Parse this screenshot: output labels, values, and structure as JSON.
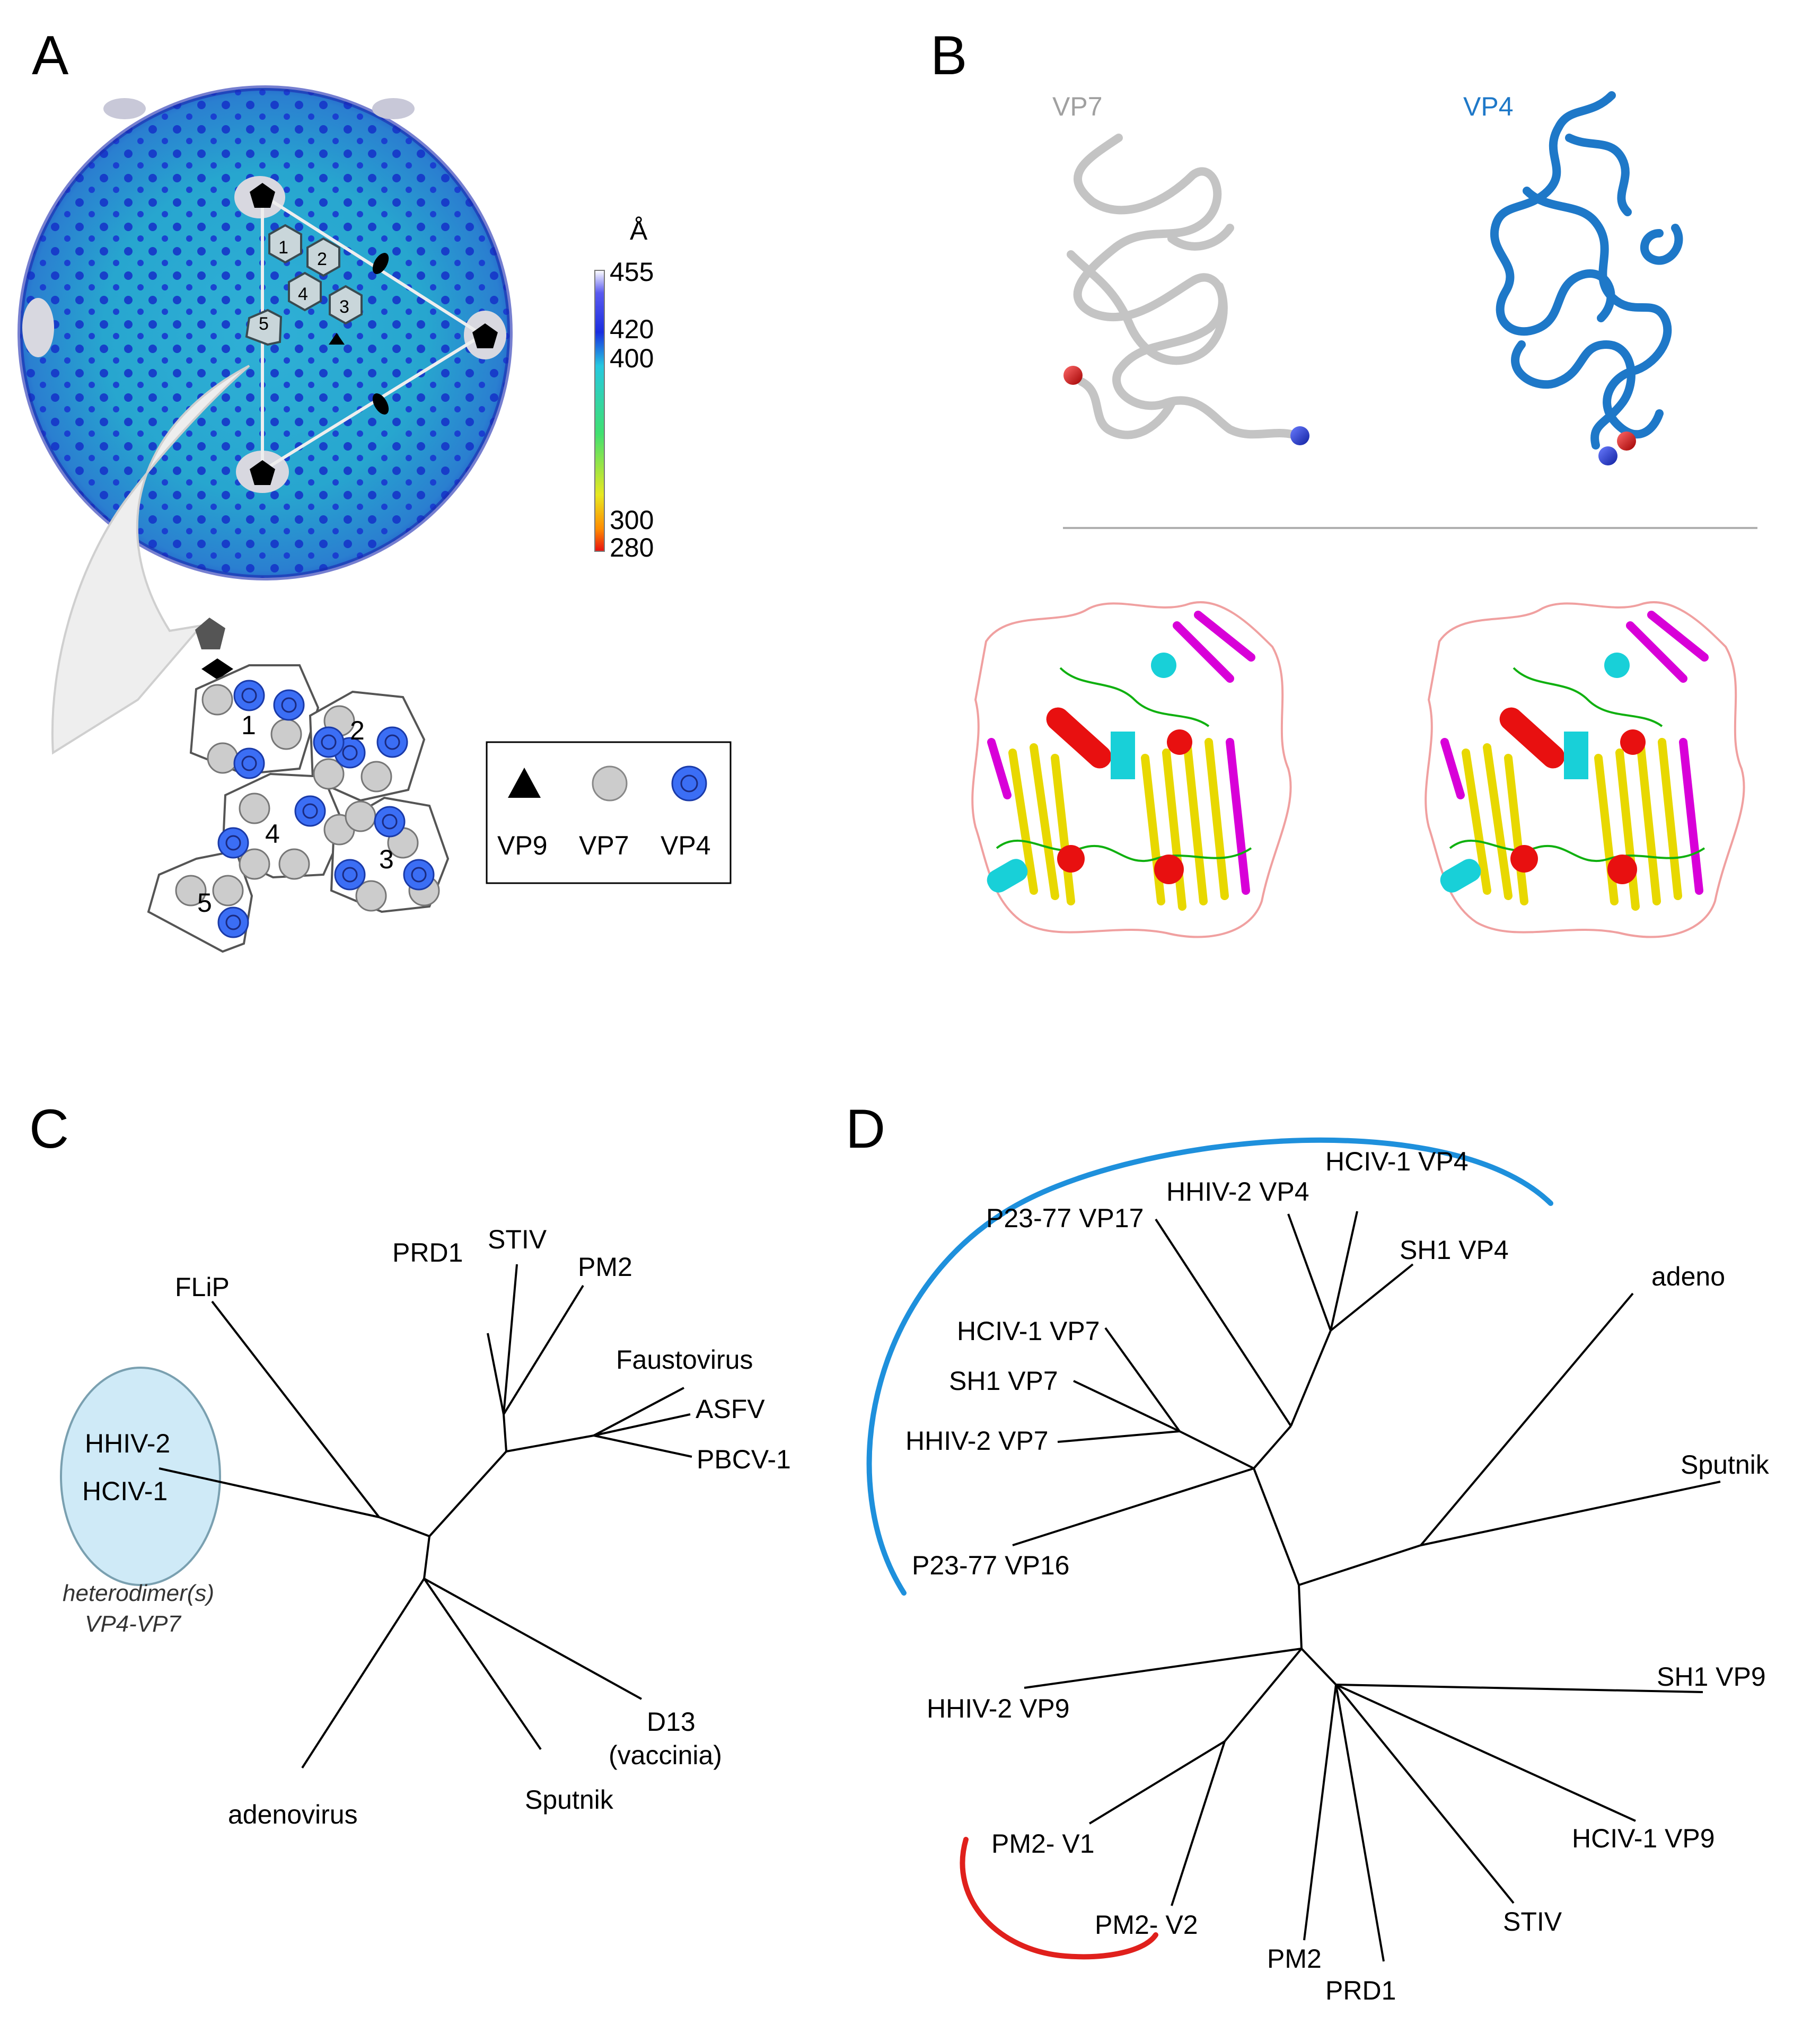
{
  "panels": {
    "a": {
      "letter": "A",
      "scale_unit": "Å",
      "scale_ticks": [
        "455",
        "420",
        "400",
        "300",
        "280"
      ],
      "facet_numbers": [
        "1",
        "2",
        "3",
        "4",
        "5"
      ],
      "legend": {
        "items": [
          {
            "label": "VP9",
            "symbol": "triangle",
            "color": "#000000"
          },
          {
            "label": "VP7",
            "symbol": "circle",
            "color": "#cccccc"
          },
          {
            "label": "VP4",
            "symbol": "ringed-circle",
            "color": "#3b6ef5"
          }
        ]
      }
    },
    "b": {
      "letter": "B",
      "titles": {
        "vp7": "VP7",
        "vp4": "VP4"
      },
      "colors": {
        "vp7": "#bdbdbd",
        "vp4": "#1e78c8"
      }
    },
    "c": {
      "letter": "C",
      "leaves": {
        "flip": "FLiP",
        "prd1": "PRD1",
        "stiv": "STIV",
        "pm2": "PM2",
        "faustovirus": "Faustovirus",
        "asfv": "ASFV",
        "pbcv": "PBCV-1",
        "d13": "D13",
        "d13_sub": "(vaccinia)",
        "sputnik": "Sputnik",
        "adenovirus": "adenovirus",
        "hhiv2": "HHIV-2",
        "hciv1": "HCIV-1"
      },
      "note_line1": "heterodimer(s)",
      "note_line2": "VP4-VP7"
    },
    "d": {
      "letter": "D",
      "leaves": {
        "p23_vp17": "P23-77 VP17",
        "hhiv2_vp4": "HHIV-2 VP4",
        "hciv1_vp4": "HCIV-1 VP4",
        "sh1_vp4": "SH1 VP4",
        "adeno": "adeno",
        "hciv1_vp7": "HCIV-1 VP7",
        "sh1_vp7": "SH1 VP7",
        "hhiv2_vp7": "HHIV-2 VP7",
        "sputnik": "Sputnik",
        "p23_vp16": "P23-77 VP16",
        "hhiv2_vp9": "HHIV-2 VP9",
        "sh1_vp9": "SH1 VP9",
        "hciv1_vp9": "HCIV-1 VP9",
        "pm2_v1": "PM2- V1",
        "pm2_v2": "PM2- V2",
        "pm2": "PM2",
        "prd1": "PRD1",
        "stiv": "STIV"
      },
      "arc_colors": {
        "blue": "#1e90dc",
        "red": "#e0201c"
      }
    }
  }
}
